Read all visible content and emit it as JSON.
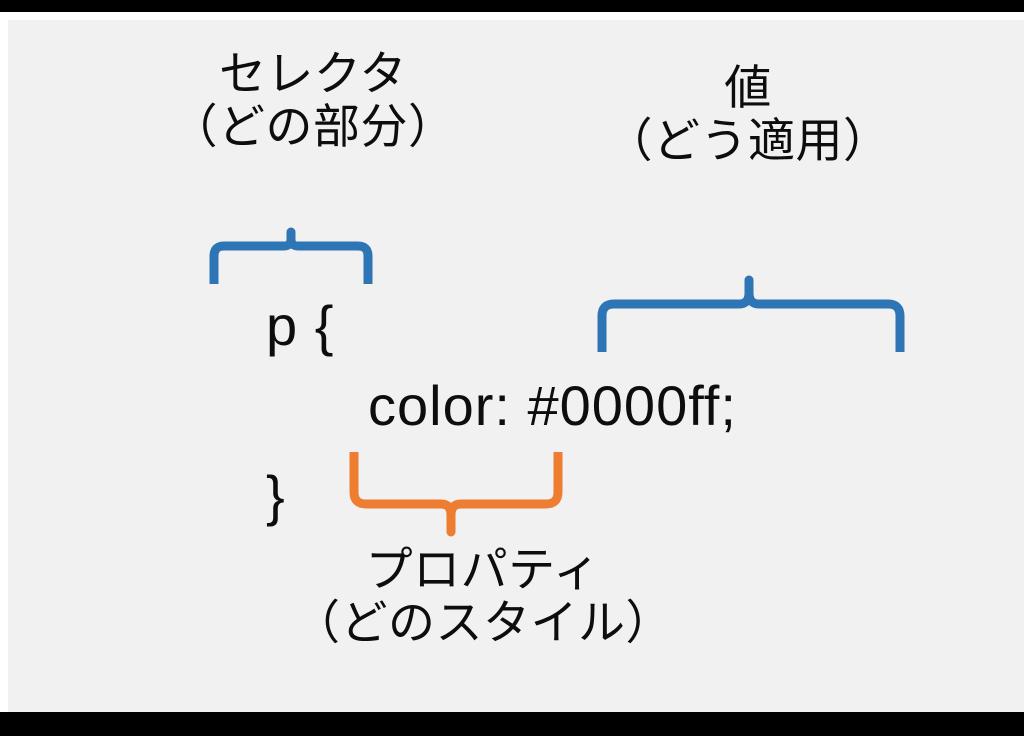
{
  "slide": {
    "background_color": "#f1f1f1",
    "letterbox_color": "#000000",
    "frame_color": "#ffffff",
    "text_color": "#0d0d0d"
  },
  "colors": {
    "brace_blue": "#2E75B6",
    "brace_orange": "#ED7D31"
  },
  "code": {
    "selector_line": "p {",
    "declaration_line": "color: #0000ff;",
    "closing_line": "}"
  },
  "annotations": {
    "selector": {
      "term": "セレクタ",
      "description": "（どの部分）",
      "brace_color": "#2E75B6",
      "brace_direction": "up"
    },
    "value": {
      "term": "値",
      "description": "（どう適用）",
      "brace_color": "#2E75B6",
      "brace_direction": "up"
    },
    "property": {
      "term": "プロパティ",
      "description": "（どのスタイル）",
      "brace_color": "#ED7D31",
      "brace_direction": "down"
    }
  }
}
